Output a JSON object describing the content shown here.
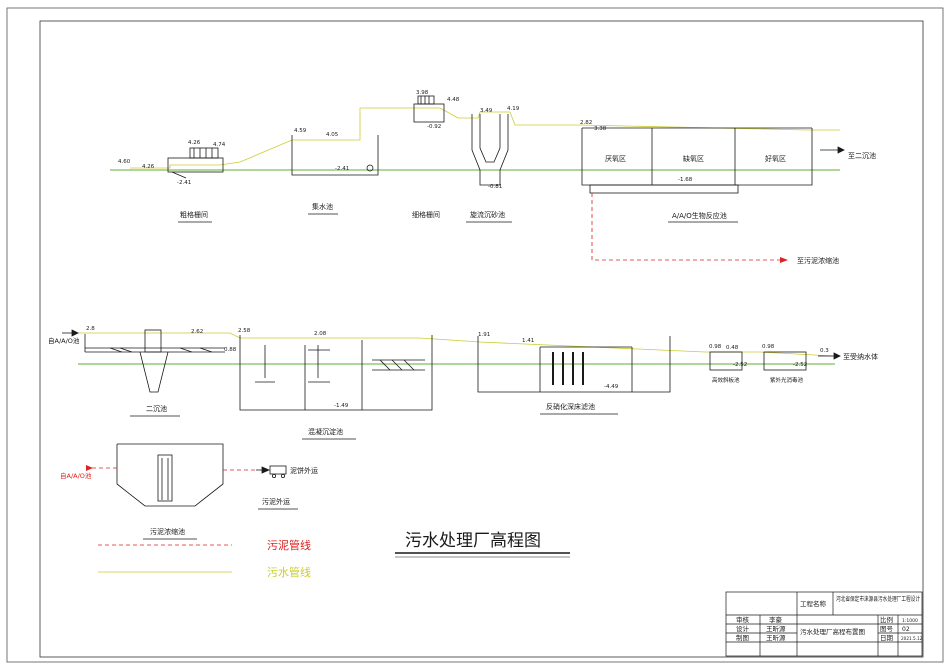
{
  "title": "污水处理厂高程图",
  "legend": {
    "sludge": "污泥管线",
    "sewage": "污水管线"
  },
  "colors": {
    "ink": "#1a1a1a",
    "water": "#cccc33",
    "ground": "#7fbf5f",
    "sludge": "#dd2222"
  },
  "row1": {
    "units": [
      "粗格栅间",
      "集水池",
      "细格栅间",
      "旋流沉砂池",
      "A/A/O生物反应池"
    ],
    "zones": [
      "厌氧区",
      "缺氧区",
      "好氧区"
    ],
    "arrow_out": "至二沉池",
    "sludge_out": "至污泥浓缩池",
    "levels": [
      "4.60",
      "4.26",
      "4.26",
      "4.74",
      "-2.41",
      "4.59",
      "4.05",
      "-2.41",
      "3.98",
      "4.48",
      "-0.92",
      "3.49",
      "4.19",
      "-0.81",
      "2.82",
      "3.38",
      "-1.68"
    ]
  },
  "row2": {
    "arrow_in": "自A/A/O池",
    "units": [
      "二沉池",
      "混凝沉淀池",
      "反硝化深床滤池"
    ],
    "small_units": [
      "高效斜板池",
      "紫外光消毒池"
    ],
    "arrow_out": "至受纳水体",
    "levels": [
      "2.8",
      "2.62",
      "0.88",
      "2.58",
      "2.08",
      "-1.49",
      "1.91",
      "1.41",
      "-4.49",
      "0.98",
      "0.48",
      "0.98",
      "-2.52",
      "-2.52",
      "0.3"
    ]
  },
  "row3": {
    "arrow_in": "自A/A/O池",
    "unit": "污泥浓缩池",
    "out_label": "泥饼外运",
    "sub_label": "污泥外运"
  },
  "title_block": {
    "project_label": "工程名称",
    "project_name": "河北省保定市涞源县污水处理厂工程设计",
    "drawing_name": "污水处理厂高程布置图",
    "scale_label": "比例",
    "scale_value": "1:1000",
    "drawing_no_label": "图号",
    "drawing_no_value": "02",
    "date_label": "日期",
    "date_value": "2021.5.12",
    "rows": [
      {
        "role": "审核",
        "name": "李豪"
      },
      {
        "role": "设计",
        "name": "王昕源"
      },
      {
        "role": "制图",
        "name": "王昕源"
      }
    ]
  }
}
